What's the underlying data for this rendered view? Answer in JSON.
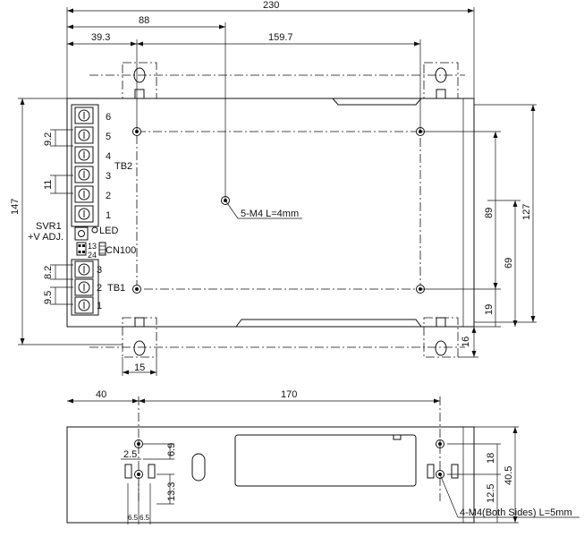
{
  "top_view": {
    "dims": {
      "overall_length": "230",
      "center_hole": "88",
      "left_offset": "39.3",
      "hole_pitch_x": "159.7",
      "overall_height": "147",
      "height_127": "127",
      "height_89": "89",
      "height_69": "69",
      "bottom_19": "19",
      "tab_16": "16",
      "tab_15": "15",
      "tb2_pitch": "9.2",
      "tb2_gap": "11",
      "tb1_pitch_82": "8.2",
      "tb1_pitch_95": "9.5"
    },
    "labels": {
      "tb2": "TB2",
      "tb1": "TB1",
      "led": "LED",
      "svr1": "SVR1",
      "v_adj": "+V ADJ.",
      "cn100": "CN100",
      "cn_pins_top": "13",
      "cn_pins_bottom": "24",
      "mount_note": "5-M4 L=4mm"
    },
    "tb2_pins": [
      "6",
      "5",
      "4",
      "3",
      "2",
      "1"
    ],
    "tb1_pins": [
      "3",
      "2",
      "1"
    ]
  },
  "side_view": {
    "dims": {
      "offset_40": "40",
      "span_170": "170",
      "d_25": "2.5",
      "d_69": "6.9",
      "d_133": "13.3",
      "d_65a": "6.5",
      "d_65b": "6.5",
      "d_18": "18",
      "d_405": "40.5",
      "d_125": "12.5"
    },
    "mount_note": "4-M4(Both Sides) L=5mm"
  }
}
